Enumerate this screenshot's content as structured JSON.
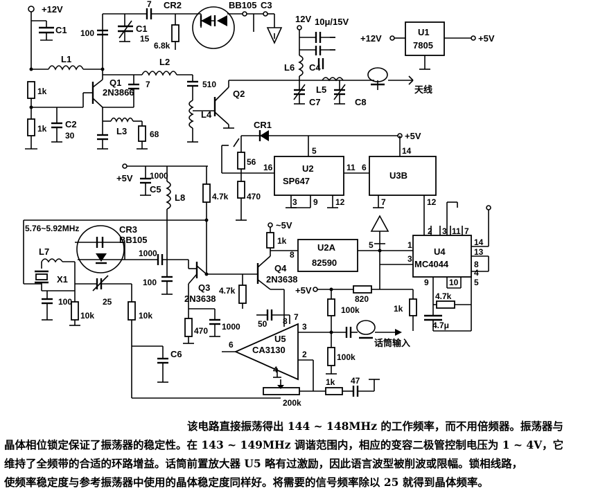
{
  "labels": {
    "v12_top": "+12V",
    "c1_left": "C1",
    "cap_7_top": "7",
    "cr2": "CR2",
    "bb105_top": "BB105",
    "c3": "C3",
    "v12_mid": "12V",
    "c_10u": "10μ/15V",
    "u1_vin": "+12V",
    "u1_name": "U1",
    "u1_part": "7805",
    "u1_vout": "+5V",
    "cap_100_a": "100",
    "c1_trim": "C1",
    "c1_trim_val": "15",
    "r_6_8k": "6.8k",
    "l6": "L6",
    "c4": "C4",
    "l1": "L1",
    "l2": "L2",
    "q1": "Q1",
    "q1_part": "2N3866",
    "cap_7_mid": "7",
    "cap_510": "510",
    "q2": "Q2",
    "l5": "L5",
    "antenna": "天线",
    "c7": "C7",
    "c8": "C8",
    "l4": "L4",
    "r_1k_a": "1k",
    "r_1k_b": "1k",
    "c2": "C2",
    "c2_val": "30",
    "l3": "L3",
    "r_68": "68",
    "cr1": "CR1",
    "v5_cr1": "+5V",
    "u2_pin5": "5",
    "u3b_pin14": "14",
    "r_56": "56",
    "r_470_a": "470",
    "u2_pin16": "16",
    "u2_name": "U2",
    "u2_part": "SP647",
    "u2_pin11": "11",
    "u3b_pin6": "6",
    "u3b_name": "U3B",
    "u2_pin3": "3",
    "u2_pin9": "9",
    "u2_pin12": "12",
    "u3b_pin7": "7",
    "u3b_pin12": "12",
    "cap_1000_a": "1000",
    "v5_left": "+5V",
    "c5": "C5",
    "l8": "L8",
    "r_4_7k_a": "4.7k",
    "freq": "5.76~5.92MHz",
    "cr3": "CR3",
    "bb105_mid": "BB105",
    "v_neg5": "~5V",
    "r_1k_c": "1k",
    "u2a_name": "U2A",
    "u2a_part": "82590",
    "u2a_pin8": "8",
    "u2a_pin5": "5",
    "u4_pin1": "1",
    "u4_pin3": "3",
    "u4_pin2": "2",
    "u4_pin11": "11",
    "u4_pin7": "7",
    "u4_name": "U4",
    "u4_part": "MC4044",
    "u4_pin14": "14",
    "u4_pin13": "13",
    "u4_pin8": "8",
    "u4_pin9": "9",
    "u4_pin10": "10",
    "u4_pin4": "4",
    "u4_pin5": "5",
    "l7": "L7",
    "cap_1000_b": "1000",
    "q4": "Q4",
    "q4_part": "2N3638",
    "x1": "X1",
    "cap_100_b": "100",
    "cap_100_c": "100",
    "c_25": "25",
    "r_10k_a": "10k",
    "r_10k_b": "10k",
    "q3": "Q3",
    "q3_part": "2N3638",
    "r_4_7k_b": "4.7k",
    "v5_u5": "+5V",
    "r_820": "820",
    "r_1k_d": "1k",
    "r_4_7k_c": "4.7k",
    "c_4_7u": "4.7μ",
    "r_470_b": "470",
    "cap_1000_c": "1000",
    "cap_50": "50",
    "u5_pin8": "8",
    "u5_pin7": "7",
    "u5_pin3": "3",
    "r_100k_a": "100k",
    "mic_label": "话筒输入",
    "u5_name": "U5",
    "u5_part": "CA3130",
    "u5_pin6": "6",
    "u5_pin2": "2",
    "u5_pin4": "4",
    "c6": "C6",
    "r_100k_b": "100k",
    "r_1k_e": "1k",
    "cap_47": "47",
    "r_200k": "200k"
  },
  "description": {
    "line1": "该电路直接振荡得出 144 ~ 148MHz 的工作频率，而不用倍频器。振荡器与",
    "line2": "晶体相位锁定保证了振荡器的稳定性。在 143 ~ 149MHz 调谐范围内，相应的变容二极管控制电压为 1 ~ 4V，它",
    "line3": "维持了全频带的合适的环路增益。话筒前置放大器 U5 略有过激励，因此语言波型被削波或限幅。锁相线路，",
    "line4": "使频率稳定度与参考振荡器中使用的晶体稳定度同样好。将需要的信号频率除以 25 就得到晶体频率。"
  }
}
